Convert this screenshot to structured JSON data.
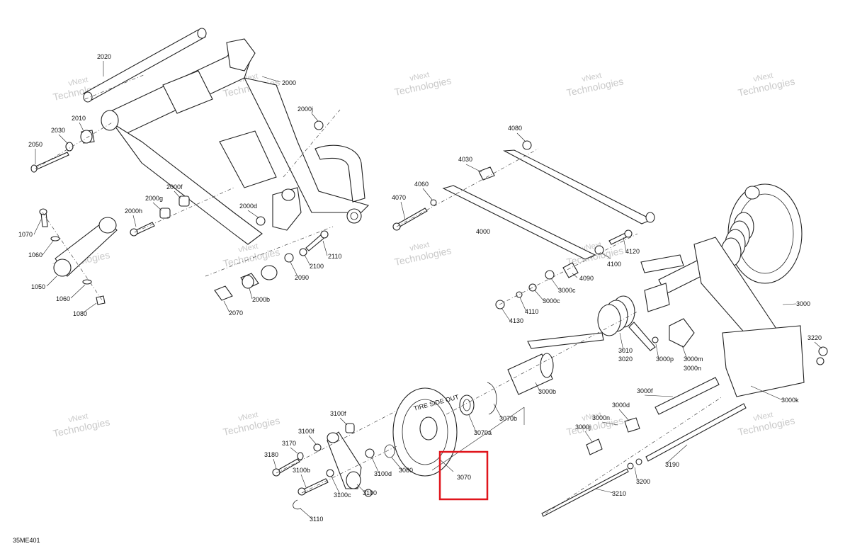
{
  "diagram_code": "35ME401",
  "highlight": {
    "color": "#e0151c",
    "target": "3070"
  },
  "watermark": {
    "line1": "vNext",
    "line2": "Technologies"
  },
  "labels": {
    "l2020": "2020",
    "l2000": "2000",
    "l2000j": "2000j",
    "l2010": "2010",
    "l2030": "2030",
    "l2050": "2050",
    "l2000f": "2000f",
    "l2000g": "2000g",
    "l2000h": "2000h",
    "l2000d": "2000d",
    "l1070": "1070",
    "l1060a": "1060",
    "l1050": "1050",
    "l1060b": "1060",
    "l1080": "1080",
    "l2110": "2110",
    "l2100": "2100",
    "l2090": "2090",
    "l2000b": "2000b",
    "l2070": "2070",
    "l4080": "4080",
    "l4030": "4030",
    "l4060": "4060",
    "l4070": "4070",
    "l4000": "4000",
    "l4120": "4120",
    "l4100": "4100",
    "l4090": "4090",
    "l3000c1": "3000c",
    "l3000c2": "3000c",
    "l4110": "4110",
    "l4130": "4130",
    "l3000": "3000",
    "l3220": "3220",
    "l3010": "3010",
    "l3020": "3020",
    "l3000p": "3000p",
    "l3000m": "3000m",
    "l3000n1": "3000n",
    "l3000b": "3000b",
    "l3070a": "3070a",
    "l3070b": "3070b",
    "l3070": "3070",
    "l3000f": "3000f",
    "l3000d": "3000d",
    "l3000n2": "3000n",
    "l3000j": "3000j",
    "l3000k": "3000k",
    "l3190": "3190",
    "l3200": "3200",
    "l3210": "3210",
    "l3100f1": "3100f",
    "l3100f2": "3100f",
    "l3170": "3170",
    "l3180": "3180",
    "l3100b": "3100b",
    "l3100c": "3100c",
    "l3100": "3100",
    "l3100d": "3100d",
    "l3080": "3080",
    "l3110": "3110"
  },
  "icons": {
    "tire_text": "TIRE SIDE OUT"
  }
}
